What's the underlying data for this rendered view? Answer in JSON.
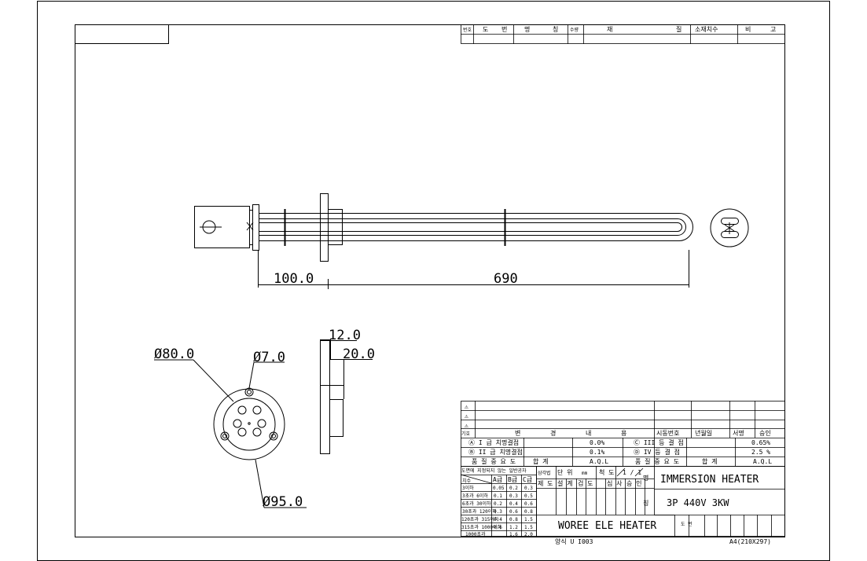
{
  "drawing": {
    "dims": {
      "len1": "100.0",
      "len2": "690",
      "dia_flange": "Ø80.0",
      "dia_hole": "Ø7.0",
      "dia_outer": "Ø95.0",
      "thk1": "12.0",
      "thk2": "20.0"
    }
  },
  "parts_table": {
    "headers": [
      "번호",
      "도",
      "번",
      "명",
      "칭",
      "수량",
      "재",
      "질",
      "소재치수",
      "비",
      "고"
    ]
  },
  "revision_block": {
    "marks": [
      "⚠",
      "⚠",
      "⚠"
    ],
    "header": [
      "기호",
      "변",
      "경",
      "내",
      "용",
      "시동번호",
      "년월일",
      "서명",
      "승인"
    ],
    "row1": {
      "l_label": "Ⓐ I 급 치명결점",
      "l_val": "0.0%",
      "r_label": "Ⓒ III 등 결 점",
      "r_val": "0.65%"
    },
    "row2": {
      "l_label": "Ⓑ II 급 치명결점",
      "l_val": "0.1%",
      "r_label": "Ⓓ IV 등 결 점",
      "r_val": "2.5 %"
    },
    "row3": {
      "l_label": "품 질 중 요 도",
      "l_sum": "합 계",
      "l_val": "A.Q.L",
      "r_label": "품 질 중 요 도",
      "r_sum": "합 계",
      "r_val": "A.Q.L"
    }
  },
  "tolerance_table": {
    "title": "도면에 지정되지 않는 일반공차",
    "header": [
      "치수",
      "A급",
      "B급",
      "C급"
    ],
    "rows": [
      [
        "3이하",
        "0.05",
        "0.2",
        "0.3"
      ],
      [
        "3초과 6이하",
        "0.1",
        "0.3",
        "0.5"
      ],
      [
        "6초과 30이하",
        "0.2",
        "0.4",
        "0.6"
      ],
      [
        "30초과 120이하",
        "0.3",
        "0.6",
        "0.8"
      ],
      [
        "120초과 315이하",
        "0.4",
        "0.8",
        "1.5"
      ],
      [
        "315초과 1000이하",
        "0.6",
        "1.2",
        "1.5"
      ],
      [
        "1000초과",
        "",
        "1.6",
        "2.0"
      ]
    ]
  },
  "title_block": {
    "projection": "삼각법",
    "unit_label": "단 위",
    "unit": "mm",
    "scale_label": "척 도",
    "scale": "1 / 1",
    "roles": [
      "제 도",
      "설 계",
      "검 도",
      "심 사",
      "승 인"
    ],
    "name_label": "명",
    "name": "IMMERSION HEATER",
    "spec_label": "칭",
    "spec": "3P 440V 3KW",
    "company": "WOREE ELE HEATER",
    "drawing_no_label": "도 번",
    "form_no": "양식 U I003",
    "paper": "A4(210X297)"
  }
}
